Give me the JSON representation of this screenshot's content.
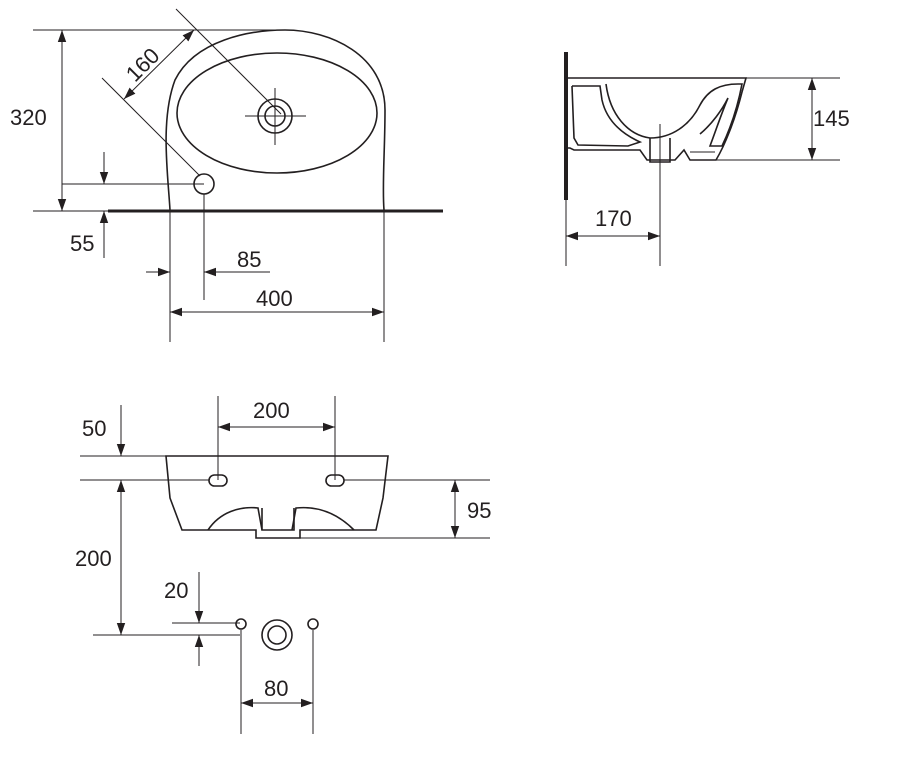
{
  "colors": {
    "ink": "#231f20",
    "background": "#ffffff"
  },
  "top_view": {
    "dims": {
      "height": "320",
      "diagonal": "160",
      "tap_offset": "55",
      "tap_x": "85",
      "width": "400"
    }
  },
  "side_view": {
    "dims": {
      "height": "145",
      "depth": "170"
    }
  },
  "front_view": {
    "dims": {
      "top_offset": "50",
      "hole_spacing": "200",
      "height": "95",
      "mount_height": "200"
    }
  },
  "outlet_detail": {
    "dims": {
      "offset": "20",
      "spacing": "80"
    }
  }
}
